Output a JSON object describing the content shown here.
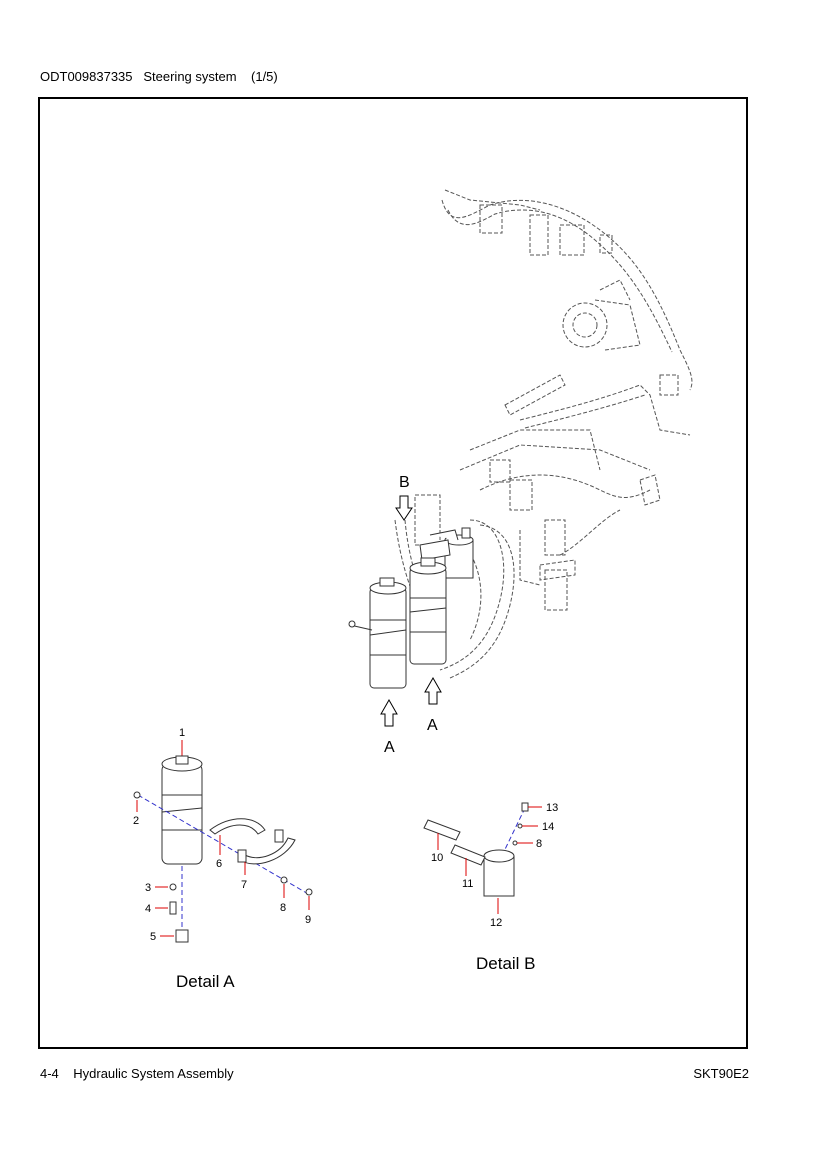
{
  "header": {
    "doc_id": "ODT009837335",
    "title": "Steering system",
    "page_fraction": "(1/5)"
  },
  "footer": {
    "page_number": "4-4",
    "section": "Hydraulic System Assembly",
    "model": "SKT90E2"
  },
  "view_labels": {
    "b": "B",
    "a1": "A",
    "a2": "A"
  },
  "details": {
    "a": "Detail A",
    "b": "Detail B"
  },
  "callouts": [
    "1",
    "2",
    "3",
    "4",
    "5",
    "6",
    "7",
    "8",
    "9",
    "10",
    "11",
    "12",
    "13",
    "14",
    "8"
  ]
}
